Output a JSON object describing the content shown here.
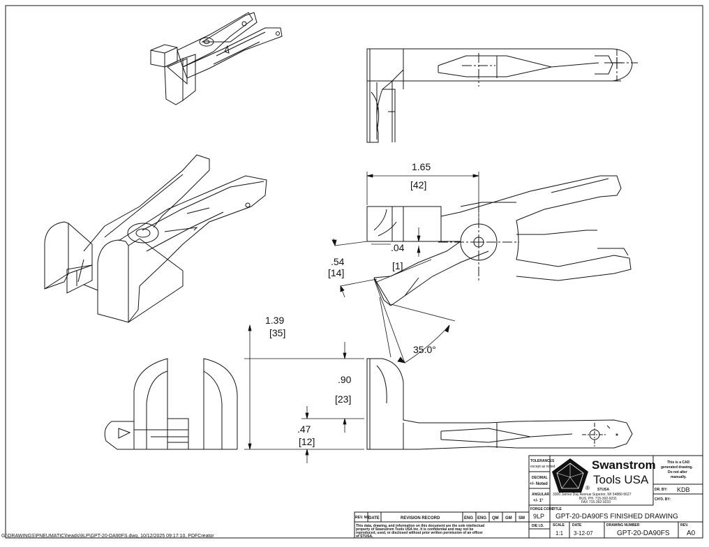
{
  "dimensions": {
    "width_in": "1.65",
    "width_mm": "[42]",
    "gap_small": ".04",
    "jaw_height_in": ".54",
    "jaw_height_mm": "[14]",
    "jaw_tip_mm": "[1]",
    "angle": "35.0°",
    "overall_height_in": "1.39",
    "overall_height_mm": "[35]",
    "mid_height_in": ".90",
    "mid_height_mm": "[23]",
    "low_height_in": ".47",
    "low_height_mm": "[12]"
  },
  "title_block": {
    "tolerances_label": "TOLERANCES",
    "tolerances_note": "except as noted",
    "decimal_label": "DECIMAL",
    "decimal_value": "+/- Noted",
    "angular_label": "ANGULAR",
    "angular_value": "+/- 1°",
    "company_line1": "Swanstrom",
    "company_line2": "Tools USA",
    "registered_mark": "®",
    "stusa": "STUSA",
    "address": "3300 James Day Avenue Superior, WI 54880-5627",
    "phone": "BUS. PH. 715-392-9231",
    "fax": "FAX  715-392-9233",
    "cad_note_1": "This is a CAD",
    "cad_note_2": "generated drawing.",
    "cad_note_3": "Do not alter",
    "cad_note_4": "manually.",
    "dr_by_label": "DR. BY:",
    "dr_by_value": "KDB",
    "chd_by_label": "CH'D. BY:",
    "forge_code_label": "FORGE CODE",
    "forge_code_value": "9LP",
    "title_label": "TITLE",
    "title_value": "GPT-20-DA90FS FINISHED DRAWING",
    "die_id_label": "DIE I.D.",
    "scale_label": "SCALE",
    "scale_value": "1:1",
    "date_label": "DATE",
    "date_value": "3-12-07",
    "drawing_number_label": "DRAWING NUMBER",
    "drawing_number_value": "GPT-20-DA90FS",
    "rev_label": "REV.",
    "rev_value": "A0"
  },
  "revision_block": {
    "rev_no": "REV. NO",
    "date": "DATE",
    "record": "REVISION RECORD",
    "col_eng1": "ENG",
    "col_eng2": "ENG",
    "col_qm": "QM",
    "col_gm": "GM",
    "col_sm": "SM",
    "confidential_1": "This data, drawing, and information on this document are the sole intellectual",
    "confidential_2": "property of Swanstrom Tools USA Inc.  It is confidential and may not be",
    "confidential_3": "reproduced, used, or disclosed without prior written permission of an officer",
    "confidential_4": "of STUSA."
  },
  "file_path": "G:\\DRAWINGS\\PNEUMATIC\\heads\\9LP\\GPT-20-DA90FS.dwg, 10/12/2025 09:17:10, PDFCreator"
}
